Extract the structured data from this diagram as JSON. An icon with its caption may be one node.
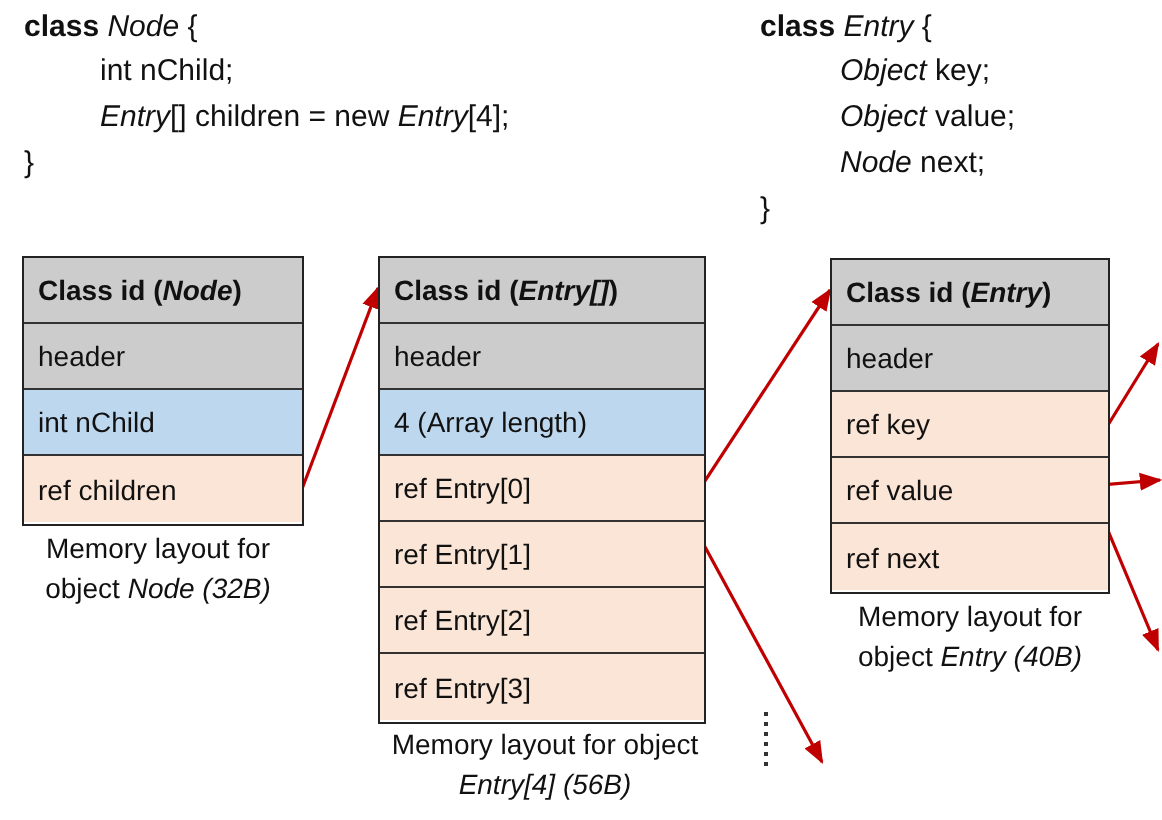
{
  "diagram": {
    "nodes": [
      {
        "text": [],
        "shape": "box",
        "beside": [
          "Memory layout for object *Node (32B)*"
        ]
      },
      {
        "text": [
          "Class id (*Node*)"
        ],
        "in": 0
      },
      {
        "text": [
          "header"
        ],
        "in": 0
      },
      {
        "text": [
          "int nChild"
        ],
        "in": 0
      },
      {
        "text": [
          "ref children"
        ],
        "in": 0
      },
      {
        "text": [],
        "shape": "box",
        "beside": [
          "Memory layout for object *Entry[4] (56B)*"
        ]
      },
      {
        "text": [
          "Class id (*Entry[]*)"
        ],
        "in": 5
      },
      {
        "text": [
          "header"
        ],
        "in": 5
      },
      {
        "text": [
          "4 (Array length)"
        ],
        "in": 5
      },
      {
        "text": [
          "ref Entry[0]"
        ],
        "in": 5
      },
      {
        "text": [
          "ref Entry[1]"
        ],
        "in": 5
      },
      {
        "text": [
          "ref Entry[2]"
        ],
        "in": 5
      },
      {
        "text": [
          "ref Entry[3]"
        ],
        "in": 5
      },
      {
        "text": [],
        "shape": "box",
        "beside": [
          "Memory layout for object *Entry (40B)*"
        ]
      },
      {
        "text": [
          "Class id (*Entry*)"
        ],
        "in": 13
      },
      {
        "text": [
          "header"
        ],
        "in": 13
      },
      {
        "text": [
          "ref key"
        ],
        "in": 13
      },
      {
        "text": [
          "ref value"
        ],
        "in": 13
      },
      {
        "text": [
          "ref next"
        ],
        "in": 13
      }
    ],
    "edges": [
      {
        "from": 4,
        "to": 5,
        "arrow": "to"
      },
      {
        "from": 9,
        "to": 13,
        "arrow": "to"
      },
      {
        "from": 10,
        "to": null,
        "arrow": "to"
      },
      {
        "from": 16,
        "to": null,
        "arrow": "to"
      },
      {
        "from": 17,
        "to": null,
        "arrow": "to"
      },
      {
        "from": 18,
        "to": null,
        "arrow": "to"
      }
    ],
    "labels": [
      "**class** *Node* {",
      "int nChild;",
      "*Entry*[] children = new *Entry*[4];",
      "}",
      "**class** *Entry* {",
      "*Object* key;",
      "*Object* value;",
      "*Node* next;",
      "}"
    ]
  }
}
